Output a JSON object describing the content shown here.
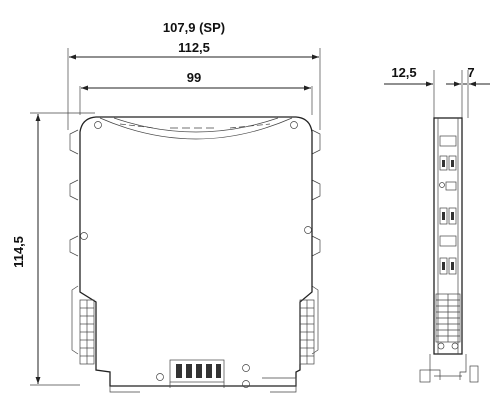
{
  "dimensions": {
    "width_sp": "107,9 (SP)",
    "width_total": "112,5",
    "width_inner": "99",
    "height": "114,5",
    "side_width": "12,5",
    "side_offset": "7"
  }
}
